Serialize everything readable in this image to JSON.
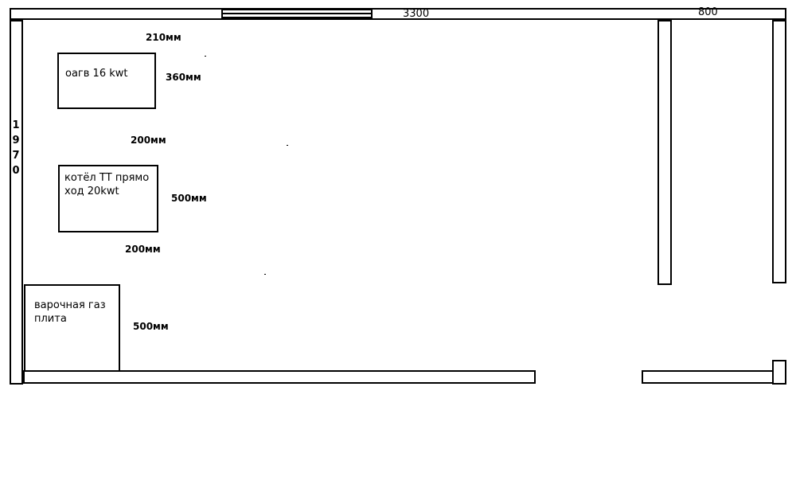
{
  "dimensions": {
    "top_width": "3300",
    "top_right_width": "800",
    "left_height_digits": [
      "1",
      "9",
      "7",
      "0"
    ],
    "gap_top": "210мм",
    "side_1": "360мм",
    "gap_middle": "200мм",
    "side_2": "500мм",
    "gap_bottom": "200мм",
    "side_3": "500мм"
  },
  "appliances": {
    "gas_heater": "оагв 16 kwt",
    "solid_fuel_boiler": "котёл ТТ прямо\nход 20kwt",
    "gas_stove": "варочная  газ\nплита"
  }
}
